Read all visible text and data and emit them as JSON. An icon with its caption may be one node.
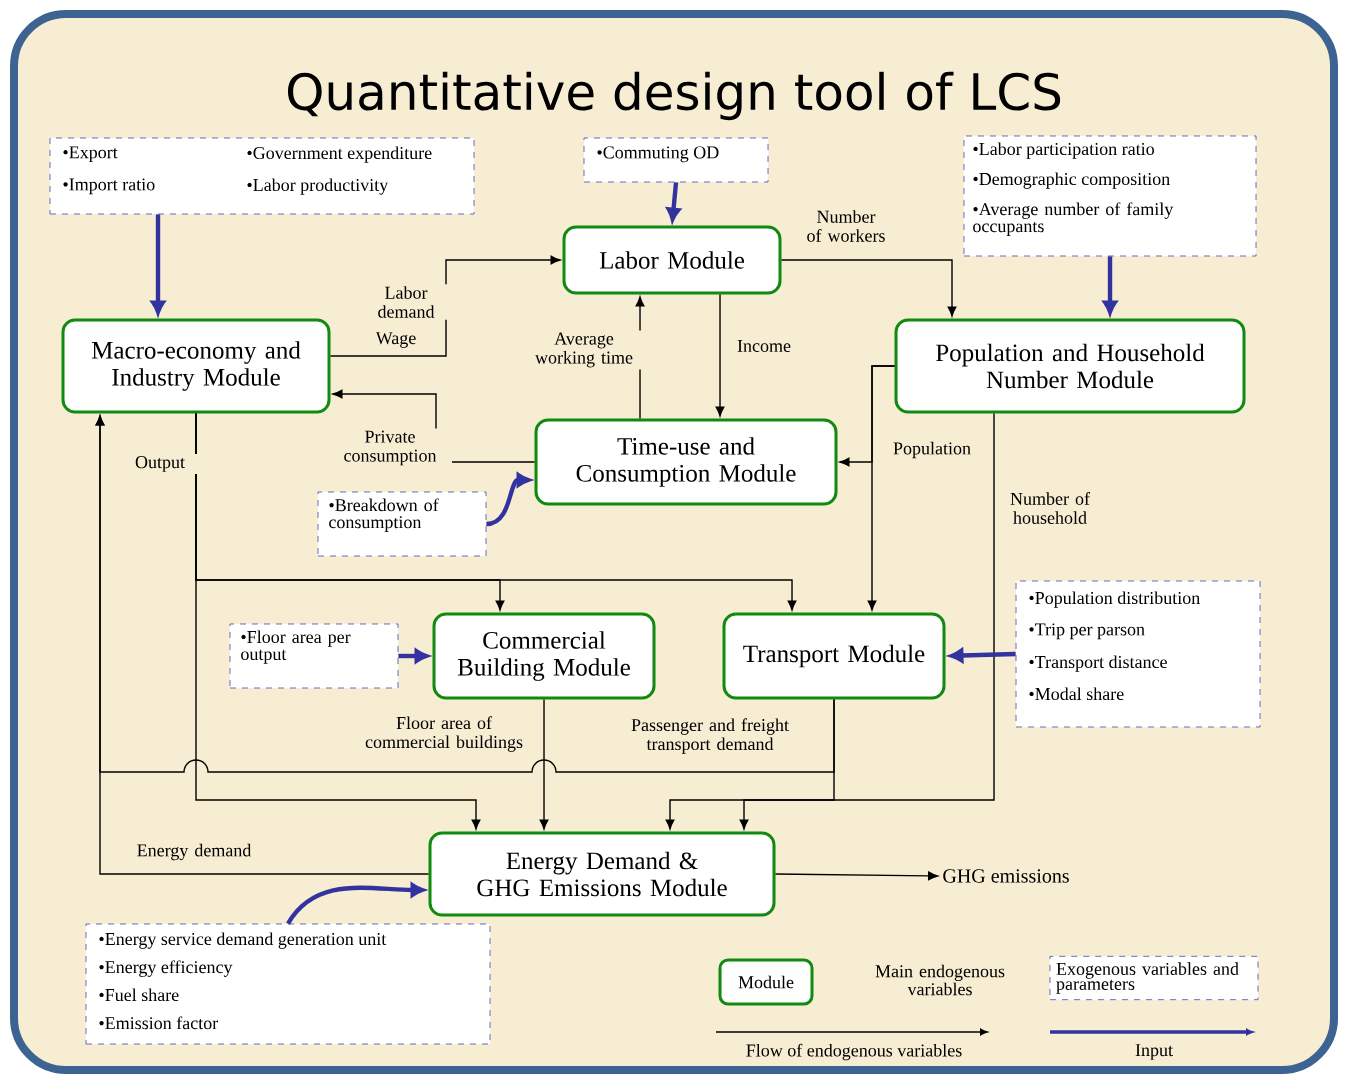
{
  "diagram": {
    "title": "Quantitative design tool of LCS",
    "nodes": [
      {
        "text": [
          "Macro-economy and Industry Module"
        ]
      },
      {
        "text": [
          "Labor Module"
        ]
      },
      {
        "text": [
          "Population and Household Number Module"
        ]
      },
      {
        "text": [
          "Time-use and Consumption Module"
        ]
      },
      {
        "text": [
          "Commercial Building Module"
        ]
      },
      {
        "text": [
          "Transport Module"
        ]
      },
      {
        "text": [
          "Energy Demand & GHG Emissions Module"
        ]
      },
      {
        "text": [
          "•Export",
          "•Government expenditure",
          "•Import ratio",
          "•Labor productivity"
        ]
      },
      {
        "text": [
          "•Commuting OD"
        ]
      },
      {
        "text": [
          "•Labor participation ratio",
          "•Demographic composition",
          "•Average number of family occupants"
        ]
      },
      {
        "text": [
          "•Breakdown of consumption"
        ]
      },
      {
        "text": [
          "•Floor area per output"
        ]
      },
      {
        "text": [
          "•Population distribution",
          "•Trip per parson",
          "•Transport distance",
          "•Modal share"
        ]
      },
      {
        "text": [
          "•Energy service demand generation unit",
          "•Energy efficiency",
          "•Fuel share",
          "•Emission factor"
        ]
      },
      {
        "text": [
          "GHG emissions"
        ]
      }
    ],
    "edges": [
      {
        "from": 0,
        "to": 1,
        "arrow": "to",
        "label": "Labor demand"
      },
      {
        "from": 3,
        "to": 0,
        "arrow": "to",
        "label": "Private consumption"
      },
      {
        "from": 3,
        "to": 1,
        "arrow": "to",
        "label": "Average working time"
      },
      {
        "from": 1,
        "to": 3,
        "arrow": "to",
        "label": "Income"
      },
      {
        "from": 1,
        "to": 2,
        "arrow": "to",
        "label": "Number of workers"
      },
      {
        "from": 2,
        "to": 3,
        "arrow": "to",
        "label": "Population"
      },
      {
        "from": 2,
        "to": 5,
        "arrow": "to"
      },
      {
        "from": 2,
        "to": 6,
        "arrow": "to",
        "label": "Number of household"
      },
      {
        "from": 0,
        "to": 4,
        "arrow": "to",
        "label": "Output"
      },
      {
        "from": 0,
        "to": 5,
        "arrow": "to"
      },
      {
        "from": 0,
        "to": 6,
        "arrow": "to"
      },
      {
        "from": 4,
        "to": 6,
        "arrow": "to",
        "label": "Floor area of commercial buildings"
      },
      {
        "from": 5,
        "to": 6,
        "arrow": "to",
        "label": "Passenger and freight transport demand"
      },
      {
        "from": 5,
        "to": 0,
        "arrow": "to"
      },
      {
        "from": 6,
        "to": 0,
        "arrow": "to",
        "label": "Energy demand"
      },
      {
        "from": 6,
        "to": 14,
        "arrow": "to"
      },
      {
        "from": 7,
        "to": 0,
        "arrow": "to",
        "style": "thick",
        "color": "#3333a0"
      },
      {
        "from": 8,
        "to": 1,
        "arrow": "to",
        "style": "thick",
        "color": "#3333a0"
      },
      {
        "from": 9,
        "to": 2,
        "arrow": "to",
        "style": "thick",
        "color": "#3333a0"
      },
      {
        "from": 10,
        "to": 3,
        "arrow": "to",
        "style": "thick",
        "color": "#3333a0"
      },
      {
        "from": 11,
        "to": 4,
        "arrow": "to",
        "style": "thick",
        "color": "#3333a0"
      },
      {
        "from": 12,
        "to": 5,
        "arrow": "to",
        "style": "thick",
        "color": "#3333a0"
      },
      {
        "from": 13,
        "to": 6,
        "arrow": "to",
        "style": "thick",
        "color": "#3333a0"
      }
    ],
    "labels": [
      "Wage",
      "Module"
    ],
    "legend": [
      {
        "text": "Main endogenous variables"
      },
      {
        "text": "Exogenous variables and parameters"
      },
      {
        "text": "Flow of endogenous variables"
      },
      {
        "text": "Input"
      }
    ]
  }
}
